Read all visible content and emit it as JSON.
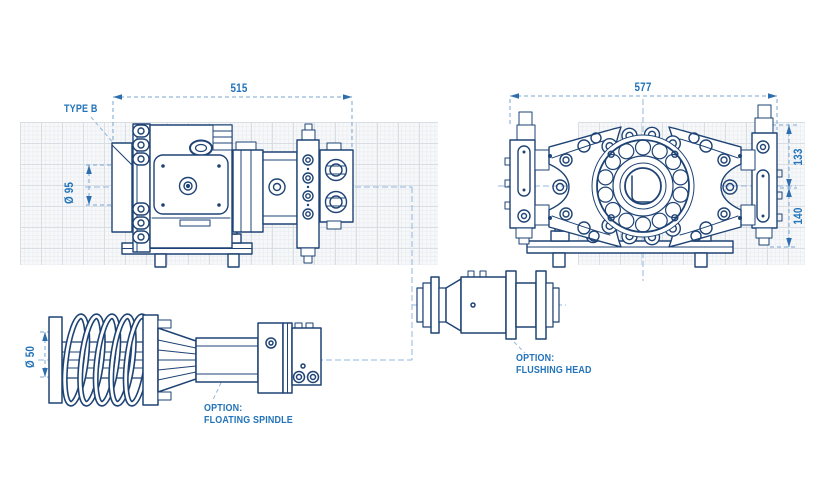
{
  "labels": {
    "type_b": "TYPE B"
  },
  "dimensions": {
    "side_length": "515",
    "front_width": "577",
    "front_diameter": "Ø 95",
    "spindle_diameter": "Ø 50",
    "height_upper": "133",
    "height_lower": "140"
  },
  "options": {
    "floating_spindle": {
      "line1": "OPTION:",
      "line2": "FLOATING SPINDLE"
    },
    "flushing_head": {
      "line1": "OPTION:",
      "line2": "FLUSHING HEAD"
    }
  },
  "colors": {
    "drawing_line": "#1e4374",
    "label_blue": "#2273b9",
    "construction_line": "#93b7dc",
    "dimension_line": "#7aa6d2",
    "arrow": "#2d6fae",
    "grid_major": "#d9dee4",
    "grid_minor": "#eceff2",
    "background": "#ffffff"
  }
}
